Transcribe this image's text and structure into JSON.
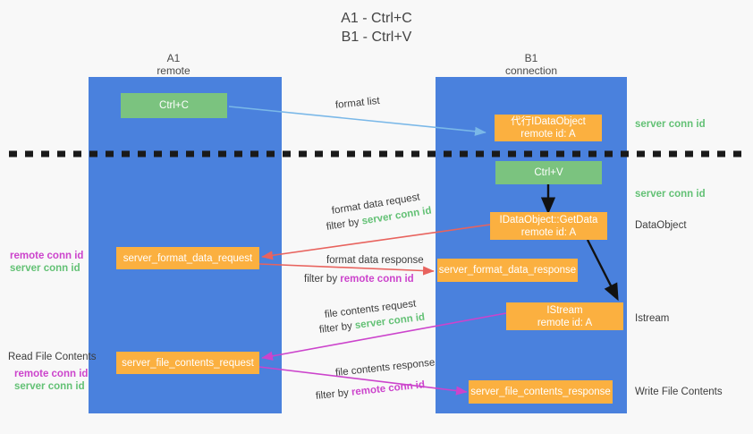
{
  "title": "A1 - Ctrl+C\nB1 - Ctrl+V",
  "columns": {
    "left": {
      "name": "A1",
      "role": "remote",
      "header": "A1\nremote",
      "color": "#4a81dd"
    },
    "right": {
      "name": "B1",
      "role": "connection",
      "header": "B1\nconnection",
      "color": "#4a81dd"
    }
  },
  "colors": {
    "column_blue": "#4a81dd",
    "green_box": "#7bc37f",
    "orange_box": "#fbb040",
    "server_conn_green": "#63c175",
    "remote_conn_magenta": "#cc44cc",
    "arrow_lightblue": "#7ab8e8",
    "arrow_red": "#e8635e",
    "arrow_magenta": "#cc44cc",
    "arrow_black": "#111111",
    "background": "#f8f8f8"
  },
  "boxes": {
    "ctrl_c": "Ctrl+C",
    "ctrl_v": "Ctrl+V",
    "proxy_idataobject": "代行IDataObject\nremote id: A",
    "idataobject_getdata": "IDataObject::GetData\nremote id: A",
    "istream": "IStream\nremote id: A",
    "server_format_data_request": "server_format_data_request",
    "server_format_data_response": "server_format_data_response",
    "server_file_contents_request": "server_file_contents_request",
    "server_file_contents_response": "server_file_contents_response"
  },
  "arrow_labels": {
    "format_list": "format list",
    "format_data_request": "format data request",
    "format_data_request_filter_prefix": "filter by ",
    "format_data_request_filter_value": "server conn id",
    "format_data_response": "format data response",
    "format_data_response_filter_prefix": "filter by ",
    "format_data_response_filter_value": "remote conn id",
    "file_contents_request": "file contents request",
    "file_contents_request_filter_prefix": "filter by ",
    "file_contents_request_filter_value": "server conn id",
    "file_contents_response": "file contents response",
    "file_contents_response_filter_prefix": "filter by ",
    "file_contents_response_filter_value": "remote conn id"
  },
  "side_labels": {
    "right_server_conn_id_top": "server conn id",
    "right_server_conn_id_second": "server conn id",
    "right_dataobject": "DataObject",
    "right_istream": "Istream",
    "right_write_file_contents": "Write File Contents",
    "left_remote_conn_id_1": "remote conn id",
    "left_server_conn_id_1": "server conn id",
    "left_read_file_contents": "Read File Contents",
    "left_remote_conn_id_2": "remote conn id",
    "left_server_conn_id_2": "server conn id"
  }
}
